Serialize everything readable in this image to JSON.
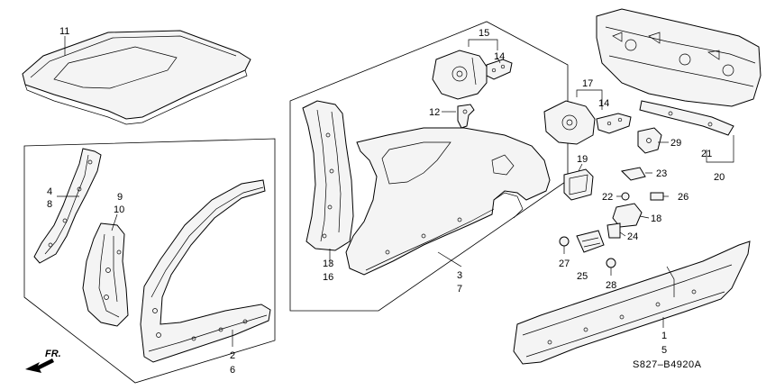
{
  "diagram": {
    "catalog_code": "S827–B4920A",
    "front_arrow_label": "FR.",
    "callouts": [
      "1",
      "2",
      "3",
      "4",
      "5",
      "6",
      "7",
      "8",
      "9",
      "10",
      "11",
      "12",
      "13",
      "14",
      "15",
      "16",
      "17",
      "18",
      "19",
      "20",
      "21",
      "22",
      "23",
      "24",
      "25",
      "26",
      "27",
      "28",
      "29"
    ]
  }
}
